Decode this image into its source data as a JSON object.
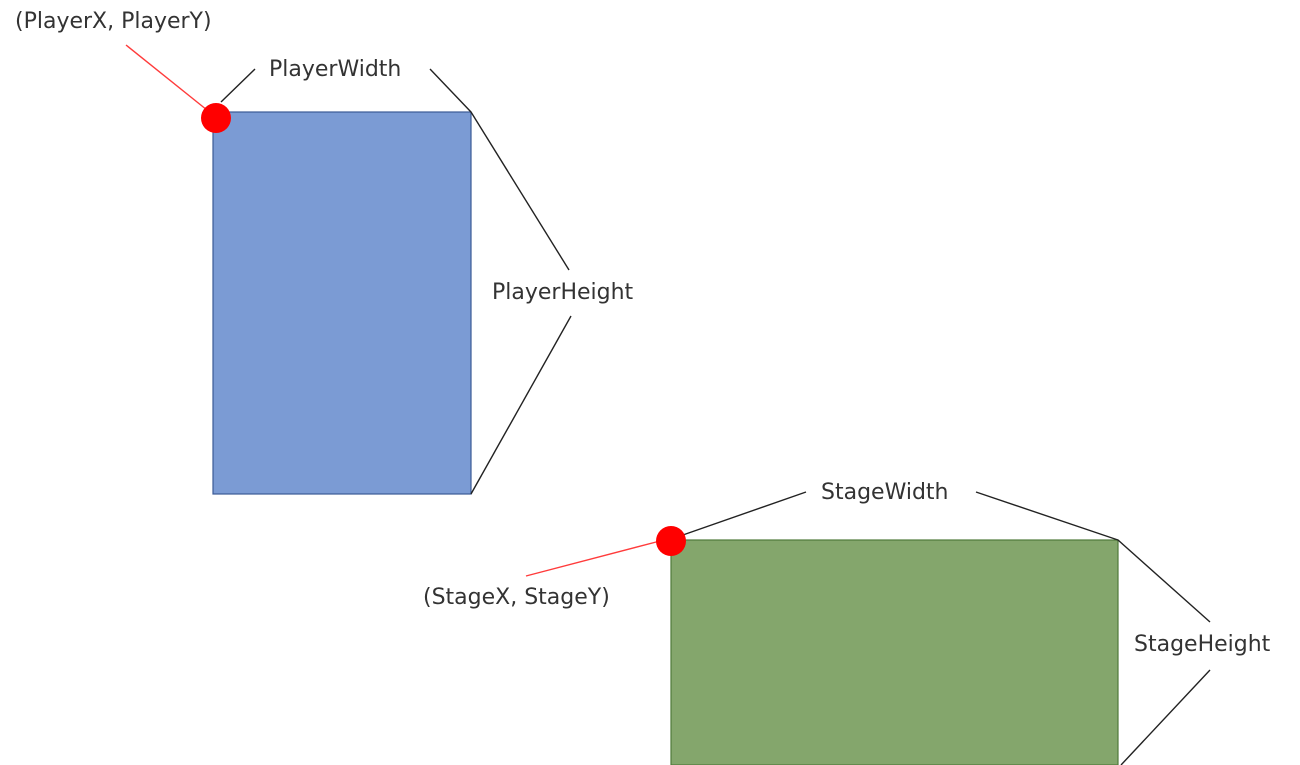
{
  "player": {
    "origin_label": "(PlayerX, PlayerY)",
    "width_label": "PlayerWidth",
    "height_label": "PlayerHeight"
  },
  "stage": {
    "origin_label": "(StageX, StageY)",
    "width_label": "StageWidth",
    "height_label": "StageHeight"
  },
  "colors": {
    "player_fill": "#7b9bd4",
    "player_stroke": "#3b5a96",
    "stage_fill": "#84a66c",
    "stage_stroke": "#4f7a3a",
    "origin_marker": "#ff0000",
    "origin_pointer": "#ff3b3b",
    "leader_line": "#222222"
  }
}
